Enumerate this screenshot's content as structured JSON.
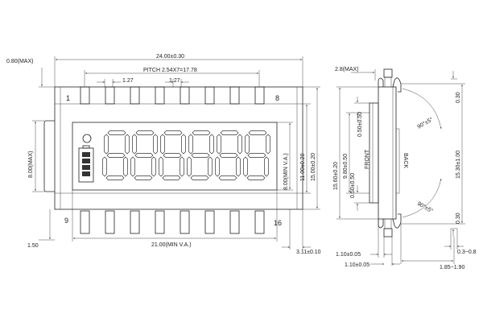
{
  "front": {
    "overall_width": "24.00±0.30",
    "pitch": "PITCH 2.54X7=17.78",
    "pin_width_1": "1.27",
    "pin_width_2": "1.27",
    "pin_first_top": "1",
    "pin_last_top": "8",
    "pin_first_bottom": "9",
    "pin_last_bottom": "16",
    "left_top_max": "0.80(MAX)",
    "left_height_max": "8.00(MAX)",
    "left_bottom": "1.50",
    "bottom_view_area": "21.00(MIN V.A.)",
    "bottom_right": "3.11±0.10",
    "right_va": "8.00(MIN V.A.)",
    "right_inner": "11.00±0.20",
    "right_outer": "15.00±0.20",
    "digit_count": 6
  },
  "side": {
    "top_max": "2.8(MAX)",
    "height_outer": "15.60±0.20",
    "height_inner": "9.80±0.50",
    "offset_top": "0.50±0.50",
    "offset_bottom": "0.50±0.50",
    "front_label": "FRONT",
    "back_label": "BACK",
    "angle_top": "90°±5°",
    "angle_bottom": "90°±5°",
    "right_height": "15.30±1.00",
    "right_top": "0.30",
    "right_bottom": "0.30",
    "lead_range": "0.3~0.8",
    "bottom_1": "1.10±0.05",
    "bottom_2": "1.10±0.05",
    "bottom_3": "1.85~1.90"
  }
}
